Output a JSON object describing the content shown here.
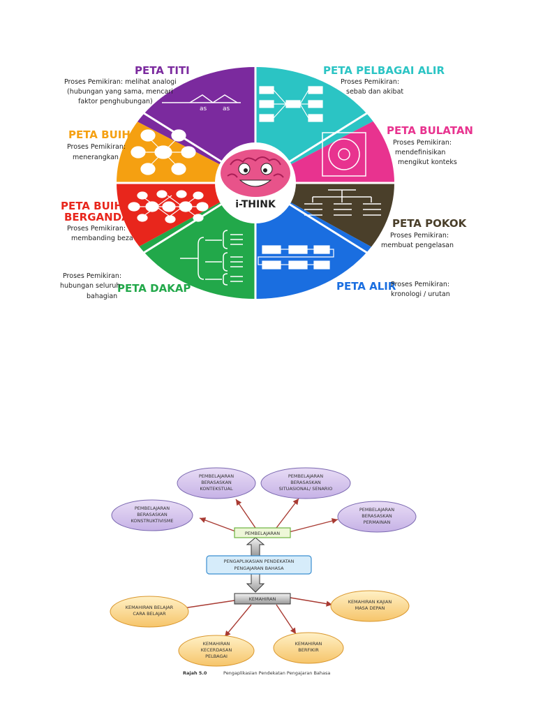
{
  "ithink": {
    "center_label": "i-THINK",
    "peta_titi": {
      "title": "PETA TITI",
      "desc": [
        "Proses Pemikiran: melihat analogi",
        "(hubungan yang sama, mencari",
        "faktor penghubungan)"
      ],
      "as1": "as",
      "as2": "as"
    },
    "peta_pelbagai_alir": {
      "title": "PETA PELBAGAI ALIR",
      "desc": [
        "Proses Pemikiran:",
        "sebab dan akibat"
      ]
    },
    "peta_bulatan": {
      "title": "PETA BULATAN",
      "desc": [
        "Proses Pemikiran:",
        "mendefinisikan",
        "mengikut konteks"
      ]
    },
    "peta_pokok": {
      "title": "PETA POKOK",
      "desc": [
        "Proses Pemikiran:",
        "membuat pengelasan"
      ]
    },
    "peta_alir": {
      "title": "PETA ALIR",
      "desc": [
        "Proses Pemikiran:",
        "kronologi / urutan"
      ]
    },
    "peta_dakap": {
      "title": "PETA DAKAP",
      "desc": [
        "Proses Pemikiran:",
        "hubungan seluruh",
        "bahagian"
      ]
    },
    "peta_buih_berganda": {
      "title": [
        "PETA BUIH",
        "BERGANDA"
      ],
      "desc": [
        "Proses Pemikiran:",
        "membanding beza"
      ]
    },
    "peta_buih": {
      "title": "PETA BUIH",
      "desc": [
        "Proses Pemikiran:",
        "menerangkan"
      ]
    },
    "colors": {
      "titi": "#7b2a9e",
      "alir_pelbagai": "#2bc4c4",
      "bulatan": "#e8338f",
      "pokok": "#4a3f2a",
      "alir": "#1a6ee0",
      "dakap": "#22a84a",
      "buih_berganda": "#e8261c",
      "buih": "#f5a011"
    }
  },
  "concept_map": {
    "center": [
      "PENGAPLIKASIAN PENDEKATAN",
      "PENGAJARAN BAHASA"
    ],
    "top_hub": "PEMBELAJARAN",
    "bottom_hub": "KEMAHIRAN",
    "top_nodes": [
      [
        "PEMBELAJARAN",
        "BERASASKAN",
        "KONSTRUKTIVISME"
      ],
      [
        "PEMBELAJARAN",
        "BERASASKAN",
        "KONTEKSTUAL"
      ],
      [
        "PEMBELAJARAN",
        "BERASASKAN",
        "SITUASIONAL/ SENARIO"
      ],
      [
        "PEMBELAJARAN",
        "BERASASKAN",
        "PERMAINAN"
      ]
    ],
    "bottom_nodes": [
      [
        "KEMAHIRAN BELAJAR",
        "CARA BELAJAR"
      ],
      [
        "KEMAHIRAN",
        "KECERDASAN",
        "PELBAGAI"
      ],
      [
        "KEMAHIRAN",
        "BERFIKIR"
      ],
      [
        "KEMAHIRAN KAJIAN",
        "MASA DEPAN"
      ]
    ],
    "caption_num": "Rajah 5.0",
    "caption_text": "Pengaplikasian Pendekatan Pengajaran Bahasa"
  }
}
